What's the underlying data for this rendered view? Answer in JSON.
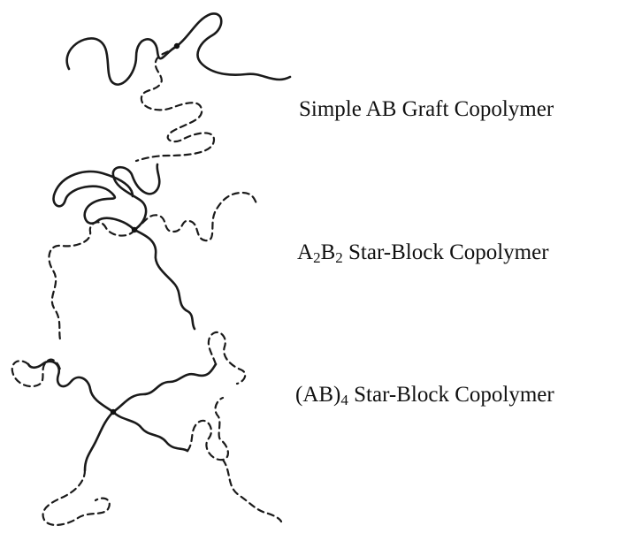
{
  "figure": {
    "items": [
      {
        "label_parts": [
          {
            "text": "Simple AB Graft Copolymer",
            "sub": false
          }
        ]
      },
      {
        "label_parts": [
          {
            "text": "A",
            "sub": false
          },
          {
            "text": "2",
            "sub": true
          },
          {
            "text": "B",
            "sub": false
          },
          {
            "text": "2",
            "sub": true
          },
          {
            "text": " Star-Block Copolymer",
            "sub": false
          }
        ]
      },
      {
        "label_parts": [
          {
            "text": "(AB)",
            "sub": false
          },
          {
            "text": "4",
            "sub": true
          },
          {
            "text": " Star-Block Copolymer",
            "sub": false
          }
        ]
      }
    ],
    "colors": {
      "ink": "#1a1a1a",
      "background": "#ffffff"
    }
  }
}
